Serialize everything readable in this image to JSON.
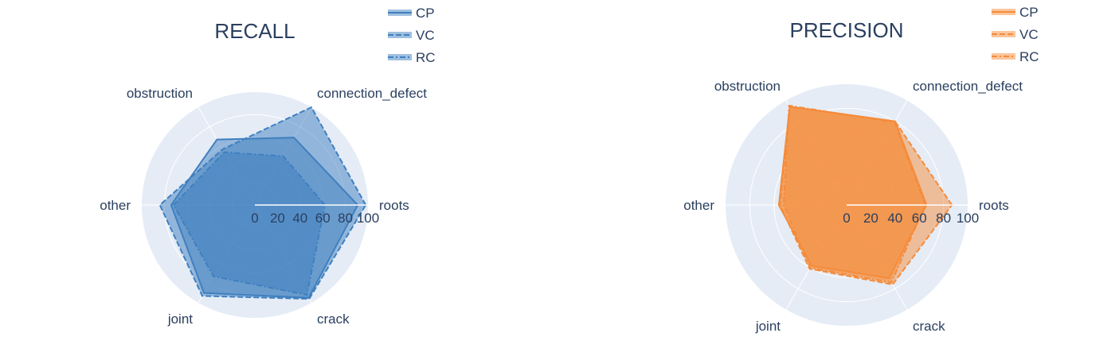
{
  "chart_data": [
    {
      "type": "radar",
      "title": "RECALL",
      "categories": [
        "roots",
        "connection_defect",
        "obstruction",
        "other",
        "joint",
        "crack"
      ],
      "radial_ticks": [
        "0",
        "20",
        "40",
        "60",
        "80",
        "100"
      ],
      "rlim": [
        0,
        100
      ],
      "legend_position": "top-right",
      "color": "#3f7fbf",
      "series": [
        {
          "name": "CP",
          "dash": "solid",
          "values": [
            91,
            69,
            67,
            74,
            90,
            95
          ]
        },
        {
          "name": "VC",
          "dash": "dash",
          "values": [
            98,
            100,
            57,
            84,
            93,
            96
          ]
        },
        {
          "name": "RC",
          "dash": "dashdot",
          "values": [
            62,
            50,
            54,
            72,
            73,
            92
          ]
        }
      ]
    },
    {
      "type": "radar",
      "title": "PRECISION",
      "categories": [
        "roots",
        "connection_defect",
        "obstruction",
        "other",
        "joint",
        "crack"
      ],
      "radial_ticks": [
        "0",
        "20",
        "40",
        "60",
        "80",
        "100"
      ],
      "rlim": [
        0,
        100
      ],
      "legend_position": "top-right",
      "color": "#f58b3a",
      "series": [
        {
          "name": "CP",
          "dash": "solid",
          "values": [
            66,
            80,
            94,
            56,
            58,
            70
          ]
        },
        {
          "name": "VC",
          "dash": "dash",
          "values": [
            87,
            80,
            94,
            55,
            61,
            76
          ]
        },
        {
          "name": "RC",
          "dash": "dashdot",
          "values": [
            65,
            79,
            95,
            52,
            60,
            74
          ]
        }
      ]
    }
  ]
}
